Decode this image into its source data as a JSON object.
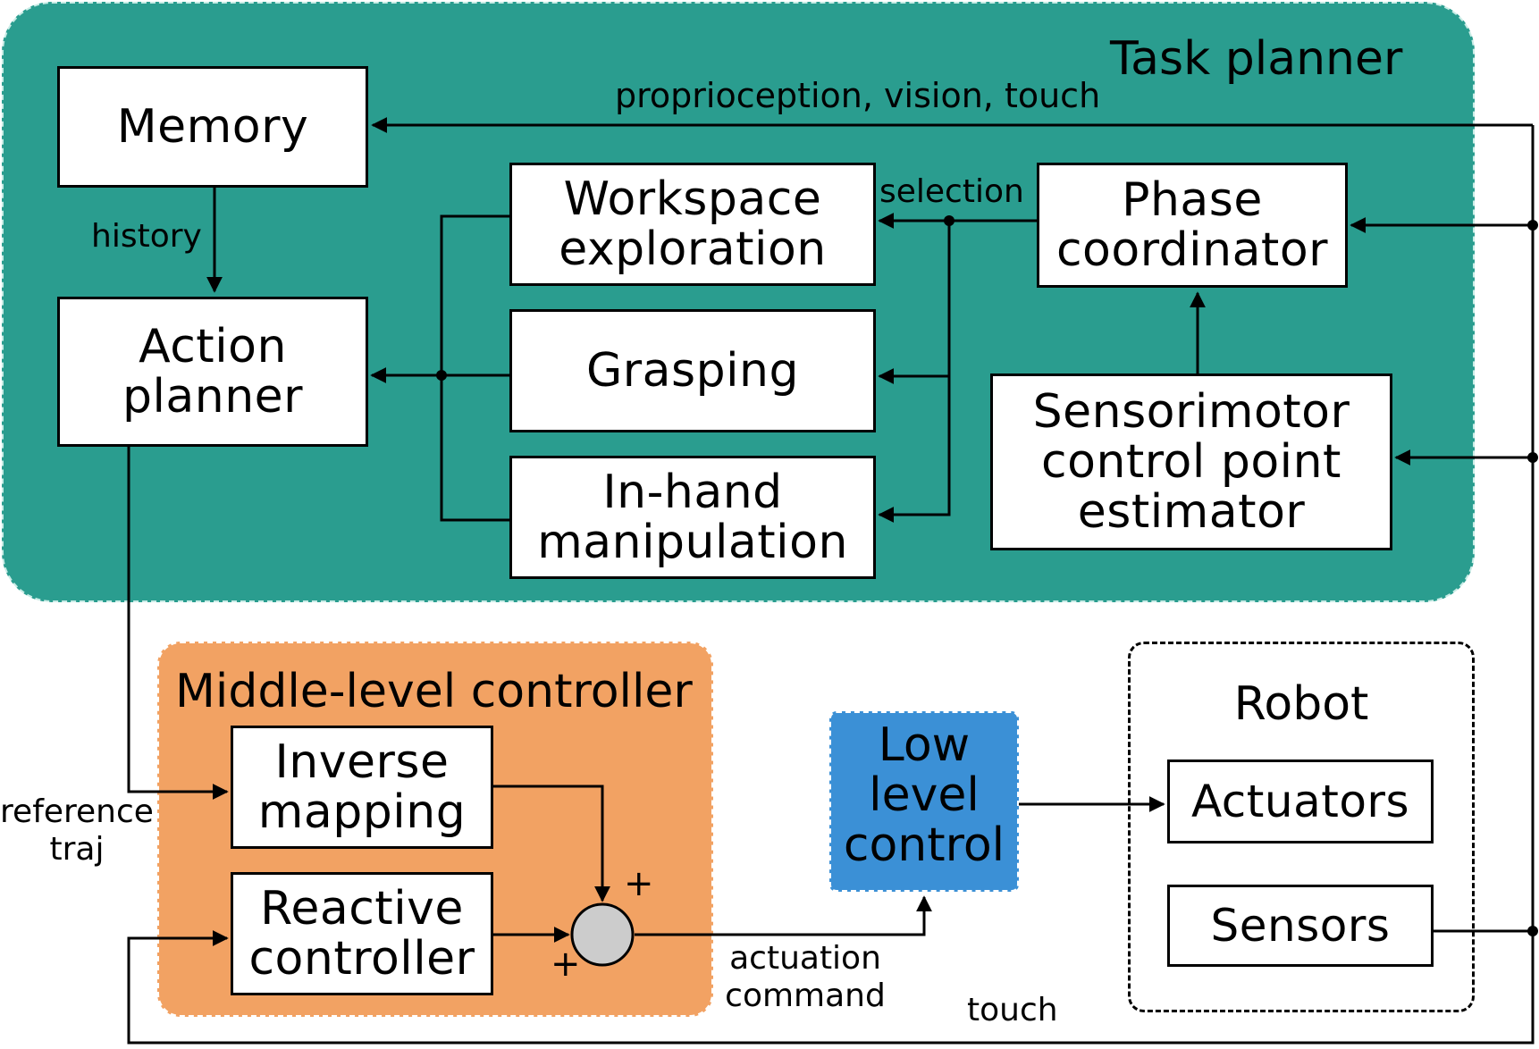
{
  "regions": {
    "task_planner": "Task planner",
    "middle_level": "Middle-level controller",
    "robot": "Robot"
  },
  "blocks": {
    "memory": "Memory",
    "action_planner": "Action\nplanner",
    "workspace_exploration": "Workspace\nexploration",
    "grasping": "Grasping",
    "in_hand_manipulation": "In-hand\nmanipulation",
    "phase_coordinator": "Phase\ncoordinator",
    "sensorimotor_estimator": "Sensorimotor\ncontrol point\nestimator",
    "inverse_mapping": "Inverse\nmapping",
    "reactive_controller": "Reactive\ncontroller",
    "low_level_control": "Low\nlevel\ncontrol",
    "actuators": "Actuators",
    "sensors": "Sensors"
  },
  "signals": {
    "feedback": "proprioception, vision, touch",
    "history": "history",
    "selection": "selection",
    "reference": "reference\ntraj",
    "actuation": "actuation\ncommand",
    "touch": "touch",
    "plus_top": "+",
    "plus_left": "+"
  },
  "colors": {
    "task_planner_bg": "#2a9d8f",
    "middle_level_bg": "#f2a263",
    "low_level_bg": "#3b90d6",
    "summing_junction": "#cccccc"
  }
}
